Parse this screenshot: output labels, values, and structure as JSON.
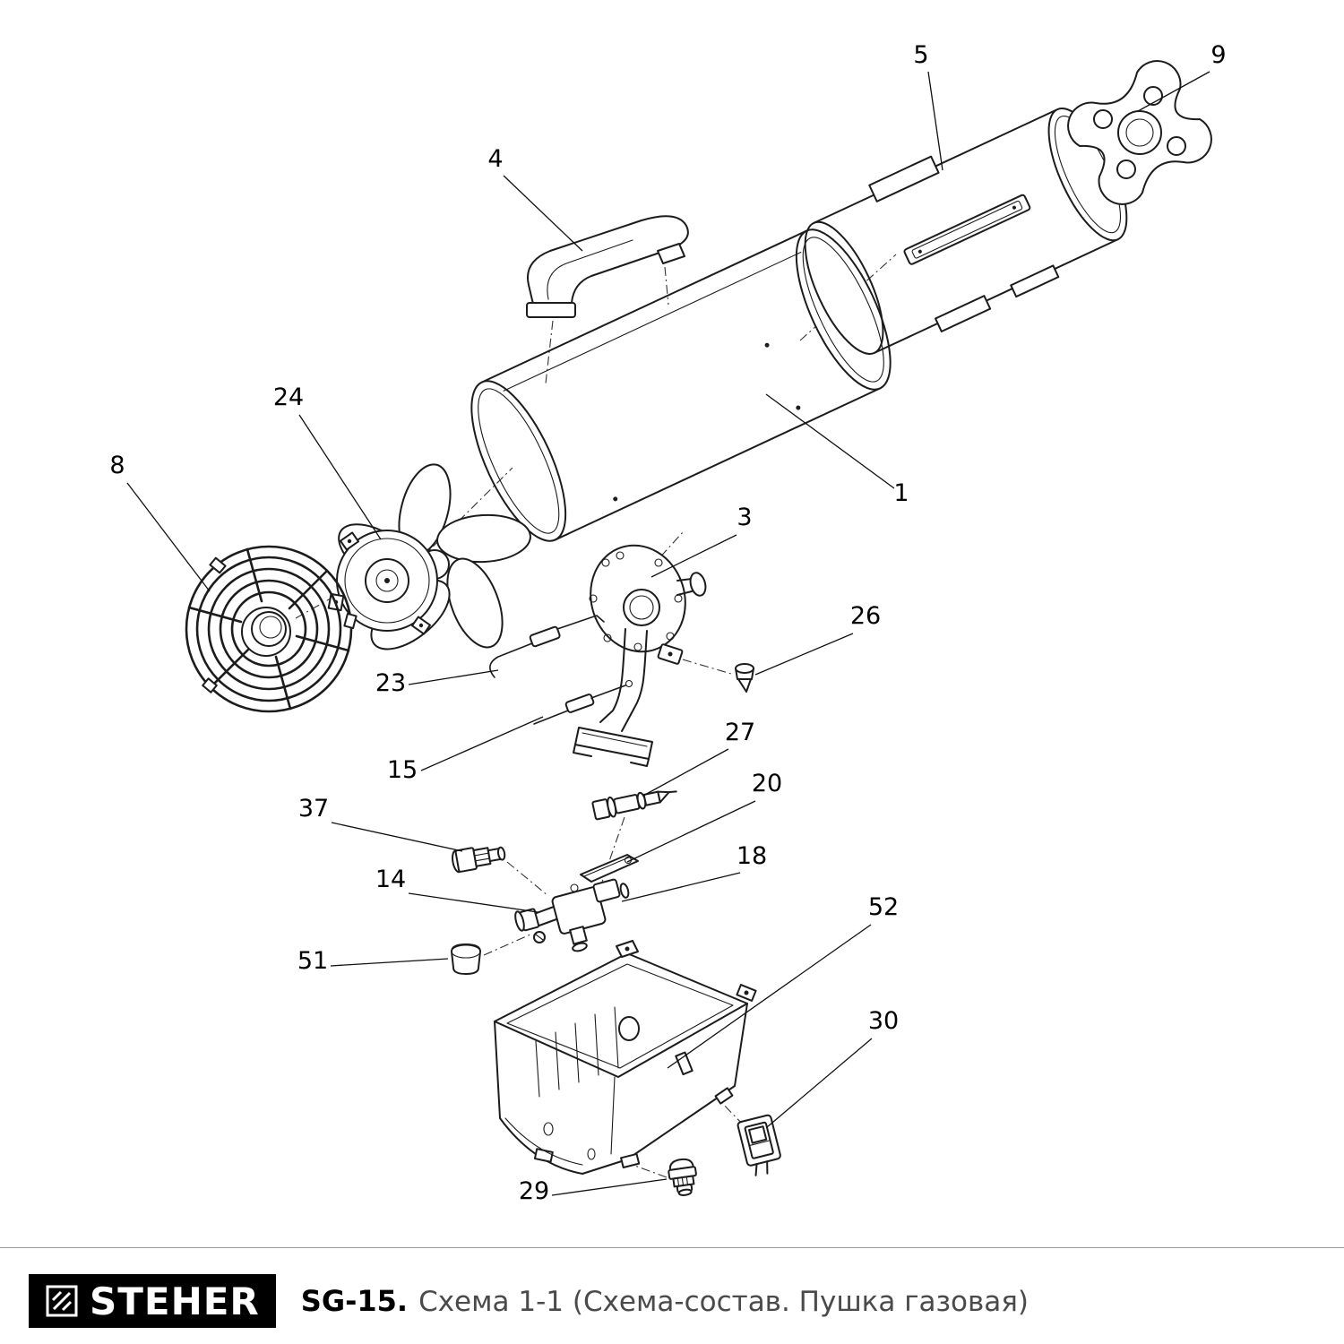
{
  "diagram": {
    "labels": {
      "1": "1",
      "3": "3",
      "4": "4",
      "5": "5",
      "8": "8",
      "9": "9",
      "14": "14",
      "15": "15",
      "18": "18",
      "20": "20",
      "23": "23",
      "24": "24",
      "26": "26",
      "27": "27",
      "29": "29",
      "30": "30",
      "37": "37",
      "51": "51",
      "52": "52"
    }
  },
  "footer": {
    "brand": "STEHER",
    "model": "SG-15.",
    "title": "Схема 1-1 (Схема-состав. Пушка газовая)"
  }
}
